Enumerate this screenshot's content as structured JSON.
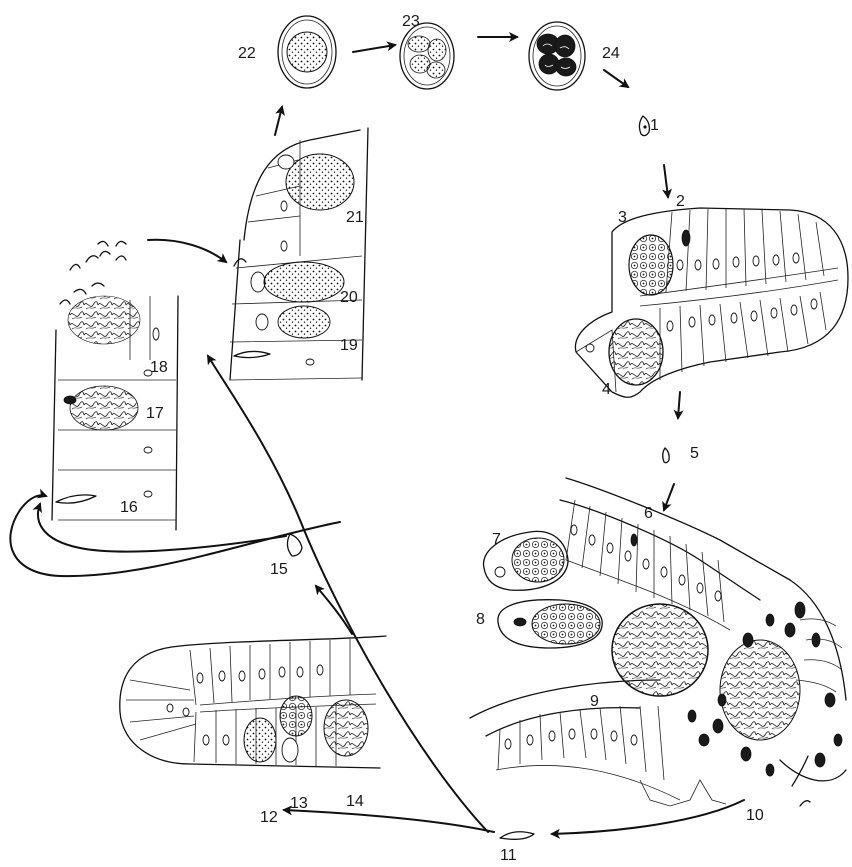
{
  "figure": {
    "stage_labels": [
      "1",
      "2",
      "3",
      "4",
      "5",
      "6",
      "7",
      "8",
      "9",
      "10",
      "11",
      "12",
      "13",
      "14",
      "15",
      "16",
      "17",
      "18",
      "19",
      "20",
      "21",
      "22",
      "23",
      "24"
    ]
  }
}
